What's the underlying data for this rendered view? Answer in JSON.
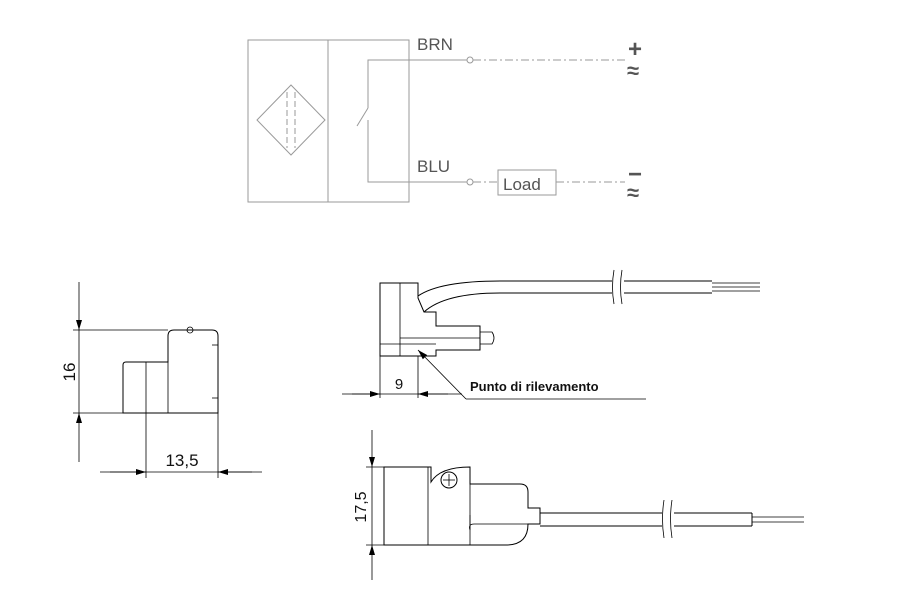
{
  "wiring": {
    "wire_top": "BRN",
    "wire_bottom": "BLU",
    "load": "Load",
    "terminal_top_symbol": "+",
    "terminal_bottom_symbol": "−",
    "ac_symbol": "≈"
  },
  "front_view": {
    "height_dim": "16",
    "width_dim": "13,5"
  },
  "side_view": {
    "sensing_dim": "9",
    "sensing_point_label": "Punto di rilevamento"
  },
  "top_view": {
    "height_dim": "17,5"
  }
}
